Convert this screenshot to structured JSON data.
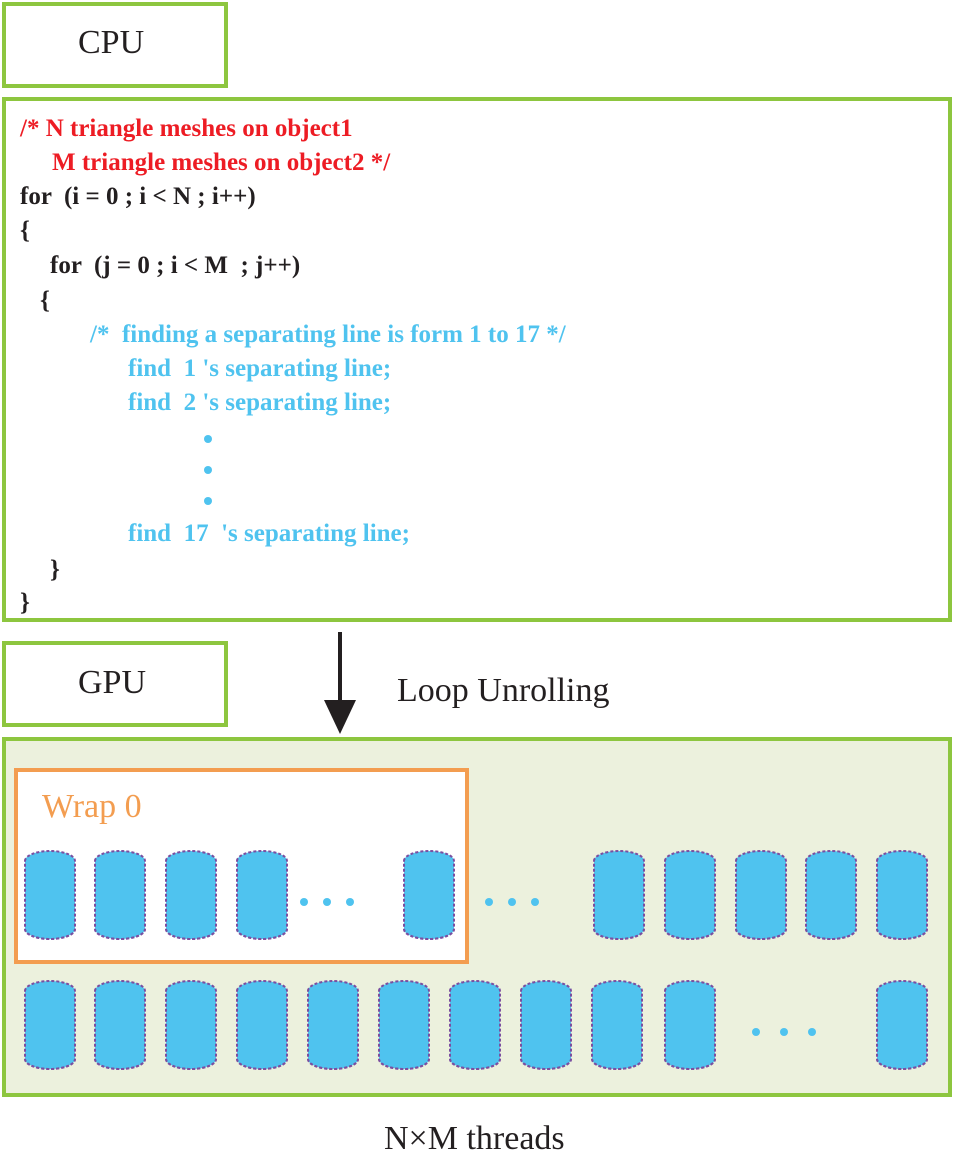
{
  "cpu": {
    "label": "CPU",
    "code_lines": [
      {
        "text": "/* N triangle meshes on object1",
        "kind": "comment-red",
        "indent": 0
      },
      {
        "text": "M triangle meshes on object2 */",
        "kind": "comment-red",
        "indent": 1
      },
      {
        "text": "for  (i = 0 ; i < N ; i++)",
        "kind": "code",
        "indent": 0
      },
      {
        "text": "{",
        "kind": "code",
        "indent": 0
      },
      {
        "text": "for  (j = 0 ; i < M  ; j++)",
        "kind": "code",
        "indent": 1
      },
      {
        "text": "{",
        "kind": "code",
        "indent": 0.7
      },
      {
        "text": "/*  finding a separating line is form 1 to 17 */",
        "kind": "comment-blue",
        "indent": 2.4
      },
      {
        "text": "find  1 's separating line;",
        "kind": "comment-blue",
        "indent": 3.6
      },
      {
        "text": "find  2 's separating line;",
        "kind": "comment-blue",
        "indent": 3.6
      },
      {
        "text": "find  17  's separating line;",
        "kind": "comment-blue",
        "indent": 3.6
      },
      {
        "text": "}",
        "kind": "code",
        "indent": 1
      },
      {
        "text": "}",
        "kind": "code",
        "indent": 0
      }
    ]
  },
  "arrow_label": "Loop Unrolling",
  "gpu": {
    "label": "GPU",
    "wrap_label": "Wrap 0",
    "ellipsis": "• • •",
    "caption": "N×M threads"
  },
  "colors": {
    "box_border": "#8dc63f",
    "gpu_area_bg": "#ecf1dd",
    "wrap_border": "#f39d50",
    "cylinder_fill": "#4fc3ef",
    "cylinder_outline": "#7b4fa0",
    "comment_red": "#ed1c24",
    "comment_blue": "#4fc3ef"
  }
}
